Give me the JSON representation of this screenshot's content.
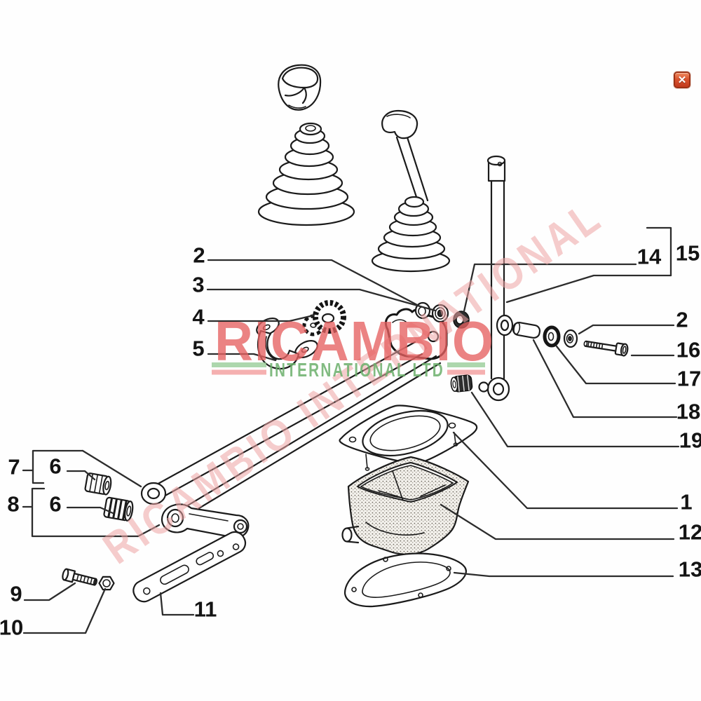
{
  "window": {
    "close_label": "✕"
  },
  "watermark": {
    "brand": "RICAMBIO",
    "subtitle": "INTERNATIONAL LTD",
    "diagonal": "RICAMBIO INTERNATIONAL"
  },
  "colors": {
    "brand_red": "#e66161",
    "subtitle_green": "#6cb06c",
    "stripe_green": "#98cd98",
    "stripe_pink": "#f29c9c",
    "diagonal_pink": "#efa5a5",
    "ink": "#1b1b1b"
  },
  "diagram": {
    "callouts": [
      {
        "label": "2"
      },
      {
        "label": "3"
      },
      {
        "label": "4"
      },
      {
        "label": "5"
      },
      {
        "label": "7"
      },
      {
        "label": "6"
      },
      {
        "label": "8"
      },
      {
        "label": "6"
      },
      {
        "label": "9"
      },
      {
        "label": "10"
      },
      {
        "label": "11"
      },
      {
        "label": "14"
      },
      {
        "label": "15"
      },
      {
        "label": "2"
      },
      {
        "label": "16"
      },
      {
        "label": "17"
      },
      {
        "label": "18"
      },
      {
        "label": "19"
      },
      {
        "label": "1"
      },
      {
        "label": "12"
      },
      {
        "label": "13"
      }
    ]
  }
}
